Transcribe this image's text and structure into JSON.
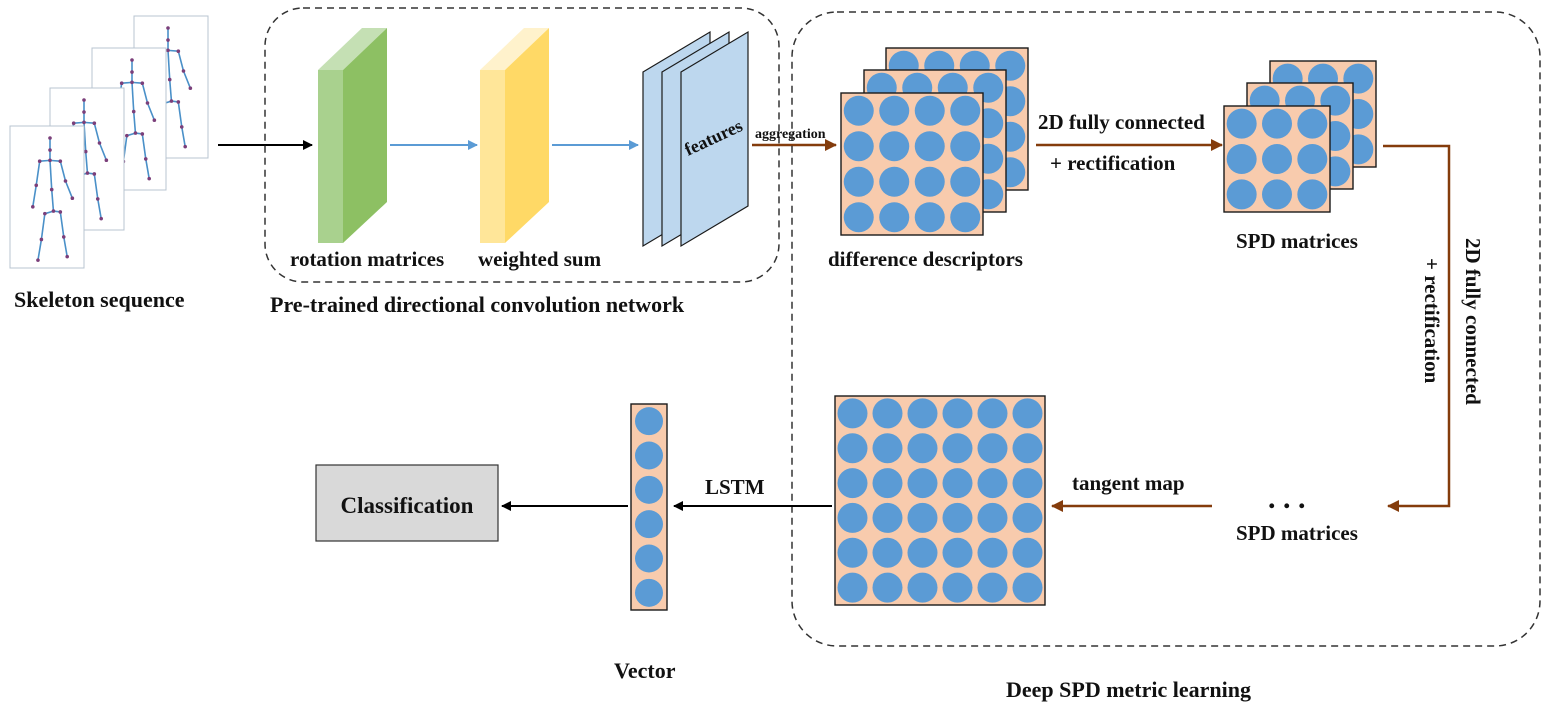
{
  "diagram": {
    "labels": {
      "skeleton_sequence": "Skeleton sequence",
      "rotation_matrices": "rotation matrices",
      "weighted_sum": "weighted sum",
      "features": "features",
      "pretrained_network": "Pre-trained directional convolution network",
      "aggregation": "aggregation",
      "difference_descriptors": "difference descriptors",
      "fc_line1": "2D fully connected",
      "fc_line2": "+ rectification",
      "spd_matrices_top": "SPD matrices",
      "fc_vertical_line1": "2D fully connected",
      "fc_vertical_line2": "+ rectification",
      "ellipsis": ". . .",
      "spd_matrices_bottom": "SPD matrices",
      "tangent_map": "tangent map",
      "lstm": "LSTM",
      "classification": "Classification",
      "vector": "Vector",
      "deep_spd": "Deep SPD metric learning"
    },
    "colors": {
      "green_face": "#8dc063",
      "green_side": "#a9d18e",
      "yellow_face": "#ffd966",
      "yellow_side": "#ffe699",
      "feature_map": "#bdd7ee",
      "matrix_bg": "#f8cbad",
      "circle": "#5b9bd5",
      "blue_arrow": "#5b9bd5",
      "brown_arrow": "#843c0c",
      "skeleton": "#4a90c8",
      "joint": "#7b3f7a",
      "class_box": "#d9d9d9"
    },
    "matrix_grids": {
      "difference_descriptors": {
        "rows": 4,
        "cols": 4
      },
      "spd_matrices_top": {
        "rows": 3,
        "cols": 3
      },
      "tangent_map": {
        "rows": 6,
        "cols": 6
      },
      "vector": {
        "rows": 6,
        "cols": 1
      }
    }
  }
}
